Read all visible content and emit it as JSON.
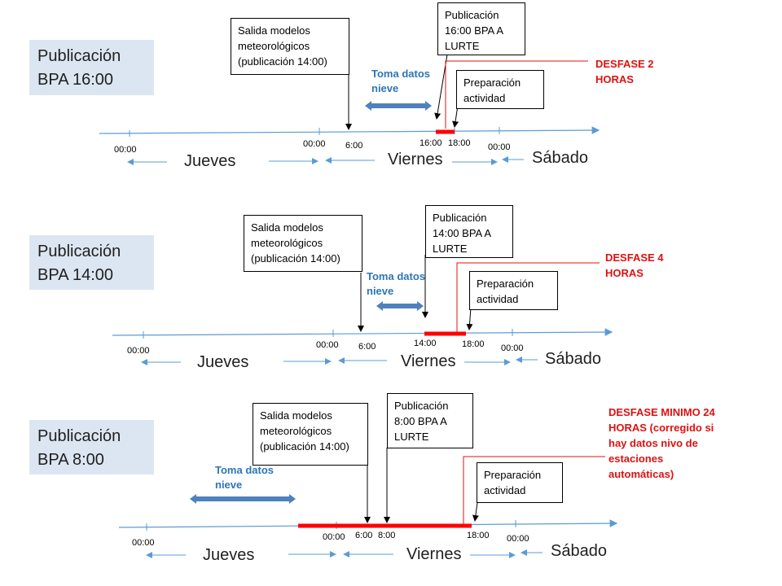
{
  "panels": [
    {
      "title": [
        "Publicación",
        "BPA 16:00"
      ],
      "salida": [
        "Salida modelos",
        "meteorológicos",
        "(publicación 14:00)"
      ],
      "publicacion": [
        "Publicación",
        "16:00  BPA A",
        "LURTE"
      ],
      "toma": [
        "Toma datos",
        "nieve"
      ],
      "preparacion": [
        "Preparación",
        "actividad"
      ],
      "desfase": [
        "DESFASE 2",
        "HORAS"
      ],
      "times": {
        "t1": "00:00",
        "t2": "00:00",
        "t3": "6:00",
        "t4": "16:00",
        "t5": "18:00",
        "t6": "00:00"
      },
      "days": {
        "d1": "Jueves",
        "d2": "Viernes",
        "d3": "Sábado"
      }
    },
    {
      "title": [
        "Publicación",
        "BPA 14:00"
      ],
      "salida": [
        "Salida modelos",
        "meteorológicos",
        "(publicación 14:00)"
      ],
      "publicacion": [
        "Publicación",
        "14:00  BPA A",
        "LURTE"
      ],
      "toma": [
        "Toma datos",
        "nieve"
      ],
      "preparacion": [
        "Preparación",
        "actividad"
      ],
      "desfase": [
        "DESFASE 4",
        "HORAS"
      ],
      "times": {
        "t1": "00:00",
        "t2": "00:00",
        "t3": "6:00",
        "t4": "14:00",
        "t5": "18:00",
        "t6": "00:00"
      },
      "days": {
        "d1": "Jueves",
        "d2": "Viernes",
        "d3": "Sábado"
      }
    },
    {
      "title": [
        "Publicación",
        "BPA 8:00"
      ],
      "salida": [
        "Salida modelos",
        "meteorológicos",
        "(publicación 14:00)"
      ],
      "publicacion": [
        "Publicación",
        "8:00  BPA A",
        "LURTE"
      ],
      "toma": [
        "Toma datos",
        "nieve"
      ],
      "preparacion": [
        "Preparación",
        "actividad"
      ],
      "desfase": [
        "DESFASE MINIMO 24",
        "HORAS (corregido si",
        "hay datos nivo de",
        "estaciones",
        "automáticas)"
      ],
      "times": {
        "t1": "00:00",
        "t2": "00:00",
        "t3": "6:00",
        "t4": "8:00",
        "t5": "18:00",
        "t6": "00:00"
      },
      "days": {
        "d1": "Jueves",
        "d2": "Viernes",
        "d3": "Sábado"
      }
    }
  ],
  "colors": {
    "axis": "#5b9bd5",
    "bar": "#ff0000",
    "arrow_fill": "#4f81bd",
    "title_bg": "#dce6f2",
    "red_text": "#e01010",
    "blue_text": "#2e75b6"
  }
}
